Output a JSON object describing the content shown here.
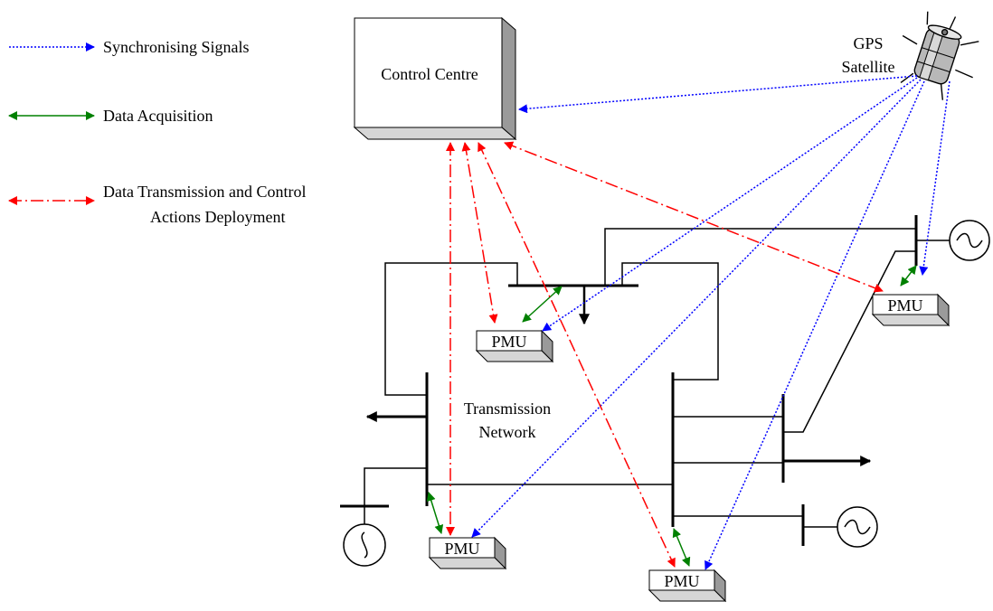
{
  "legend": {
    "sync": "Synchronising Signals",
    "acq": "Data Acquisition",
    "tx_line1": "Data Transmission and Control",
    "tx_line2": "Actions Deployment"
  },
  "control_centre": "Control Centre",
  "gps": {
    "line1": "GPS",
    "line2": "Satellite"
  },
  "network": {
    "line1": "Transmission",
    "line2": "Network"
  },
  "pmu_label": "PMU",
  "colors": {
    "sync": "#0000ff",
    "acquisition": "#008000",
    "transmission": "#ff0000",
    "network": "#000000",
    "box_side": "#9a9a9a",
    "box_top": "#d6d6d6"
  }
}
